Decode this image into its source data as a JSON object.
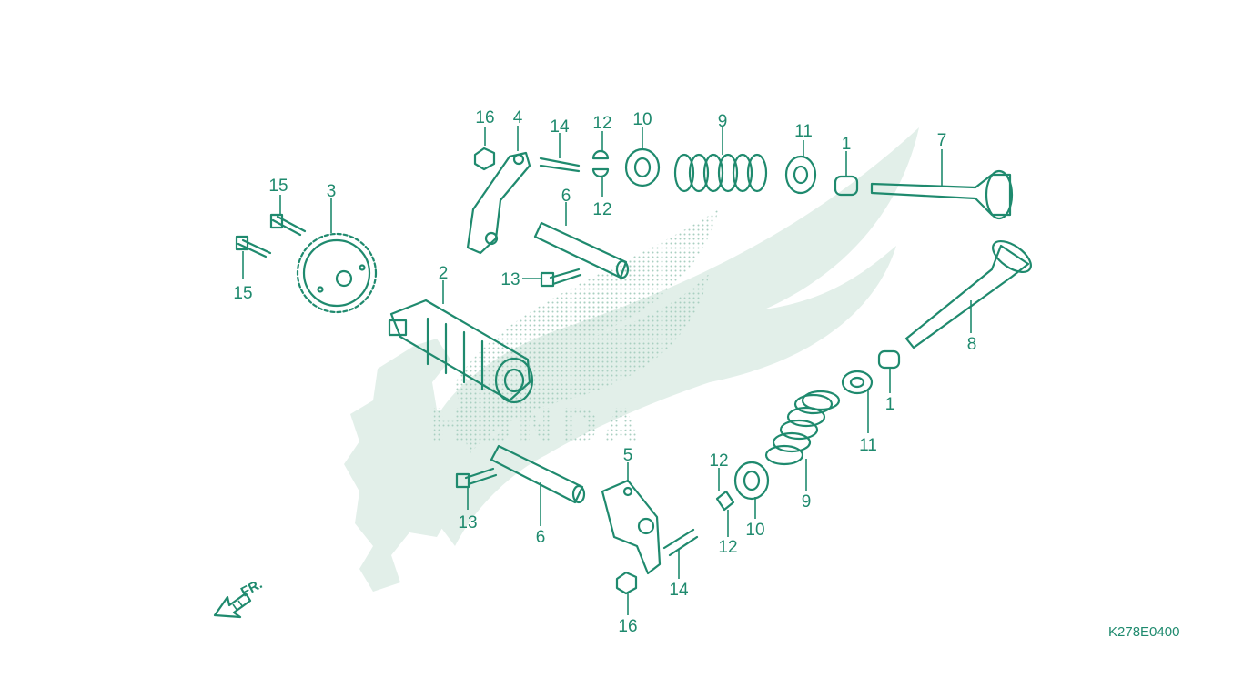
{
  "diagram": {
    "code": "K278E0400",
    "brand_watermark": "HONDA",
    "front_indicator": "FR.",
    "accent_color": "#1f8a6e",
    "watermark_color": "#e2efe9"
  },
  "callouts": {
    "p1a": "1",
    "p1b": "1",
    "p2": "2",
    "p3": "3",
    "p4": "4",
    "p5": "5",
    "p6a": "6",
    "p6b": "6",
    "p7": "7",
    "p8": "8",
    "p9a": "9",
    "p9b": "9",
    "p10a": "10",
    "p10b": "10",
    "p11a": "11",
    "p11b": "11",
    "p12a": "12",
    "p12b": "12",
    "p12c": "12",
    "p12d": "12",
    "p13a": "13",
    "p13b": "13",
    "p14a": "14",
    "p14b": "14",
    "p15a": "15",
    "p15b": "15",
    "p16a": "16",
    "p16b": "16"
  }
}
